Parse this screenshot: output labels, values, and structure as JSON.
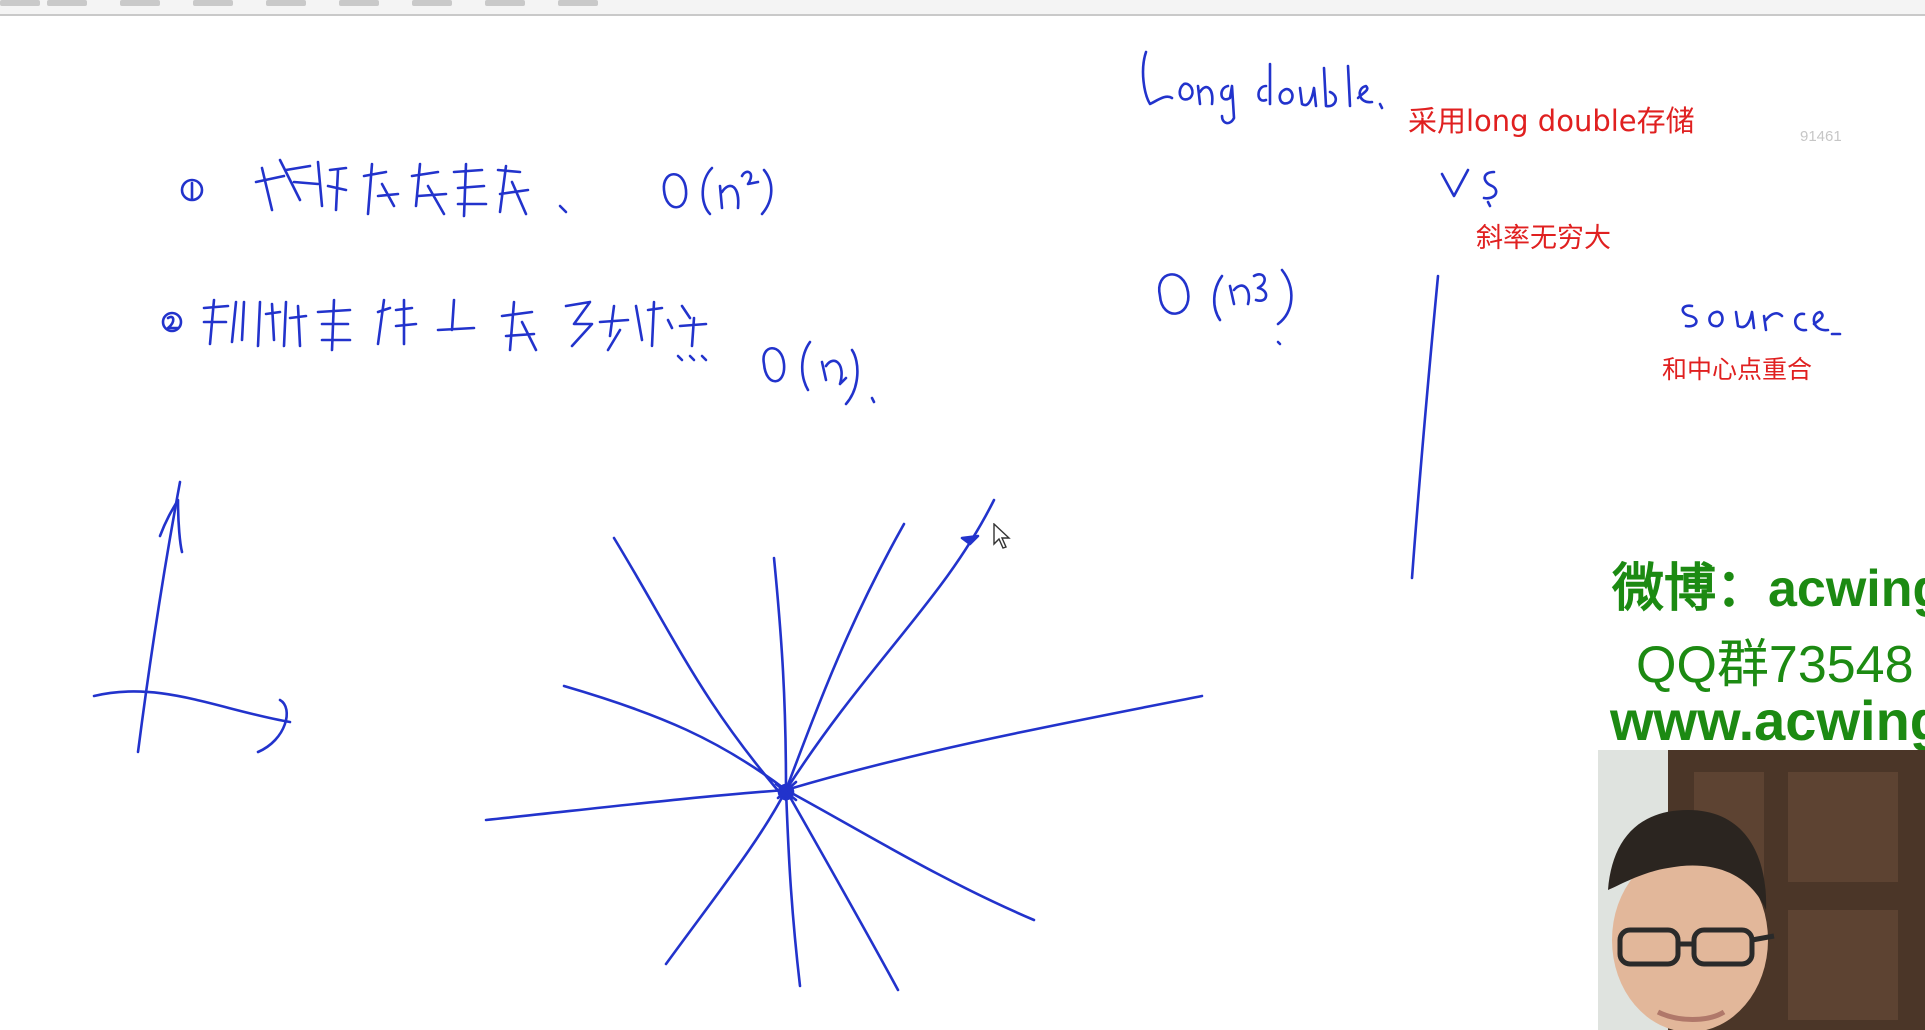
{
  "menubar": {
    "items": [
      "",
      "",
      "",
      "",
      "",
      "",
      "",
      "",
      ""
    ]
  },
  "notes": {
    "long_double": "采用long double存储",
    "slope_inf": "斜率无穷大",
    "coincide": "和中心点重合"
  },
  "watermark": "91461",
  "overlay": {
    "weibo": "微博：acwing",
    "qq": "QQ群73548",
    "site": "www.acwing"
  },
  "colors": {
    "ink": "#2233cc",
    "note_red": "#e02020",
    "overlay_green": "#1c8a12"
  }
}
